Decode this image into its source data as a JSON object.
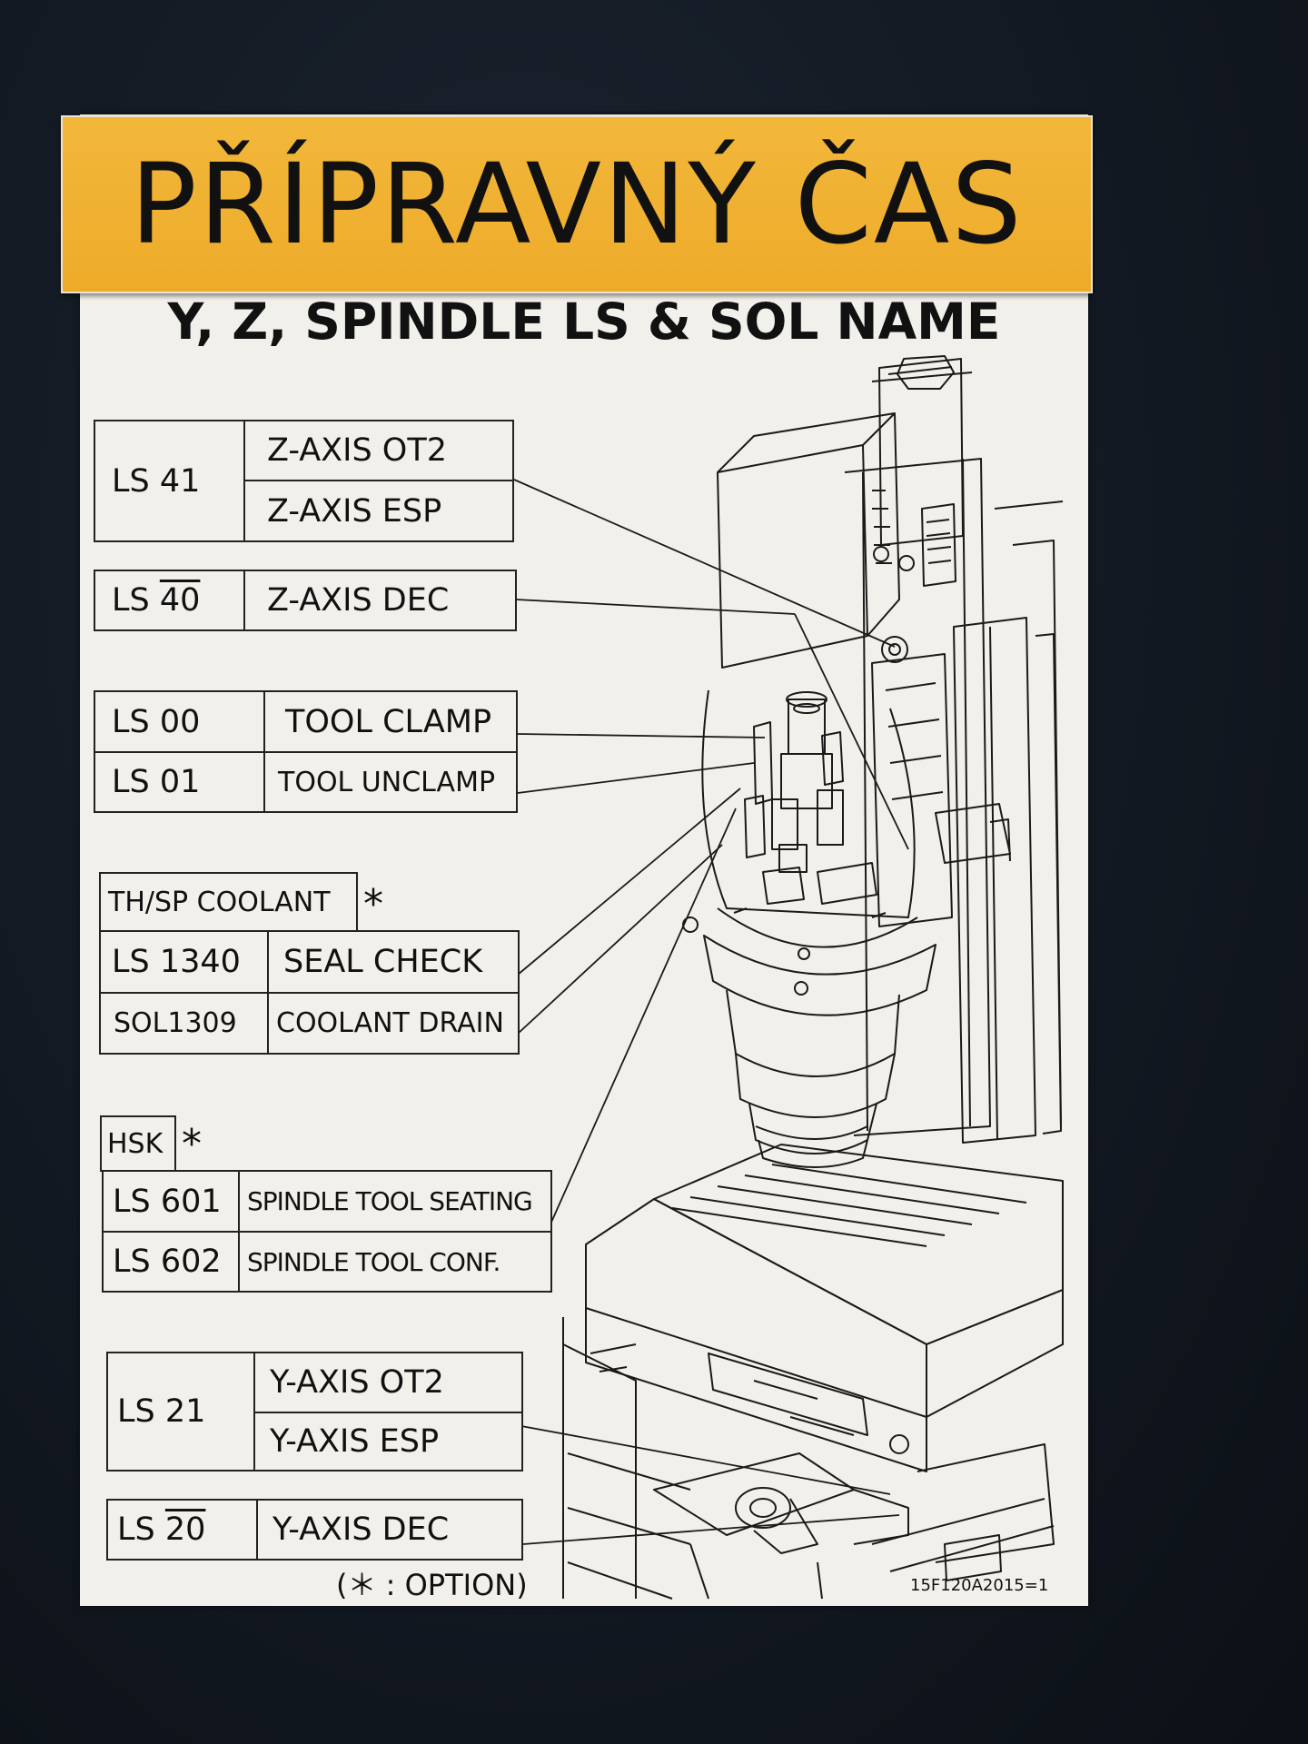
{
  "banner": {
    "title": "PŘÍPRAVNÝ ČAS"
  },
  "header": {
    "subtitle": "Y, Z, SPINDLE  LS & SOL NAME"
  },
  "groups": {
    "ls41": {
      "id": "LS 41",
      "rows": [
        "Z-AXIS OT2",
        "Z-AXIS ESP"
      ]
    },
    "ls40": {
      "id_prefix": "LS ",
      "id_digits": "40",
      "name": "Z-AXIS DEC"
    },
    "tool": {
      "rows": [
        {
          "id": "LS 00",
          "name": "TOOL CLAMP"
        },
        {
          "id": "LS 01",
          "name": "TOOL UNCLAMP"
        }
      ]
    },
    "coolant": {
      "title": "TH/SP COOLANT",
      "mark": "*",
      "rows": [
        {
          "id": "LS 1340",
          "name": "SEAL CHECK"
        },
        {
          "id": "SOL1309",
          "name": "COOLANT DRAIN"
        }
      ]
    },
    "hsk": {
      "title": "HSK",
      "mark": "*",
      "rows": [
        {
          "id": "LS 601",
          "name": "SPINDLE TOOL SEATING"
        },
        {
          "id": "LS 602",
          "name": "SPINDLE TOOL CONF."
        }
      ]
    },
    "ls21": {
      "id": "LS 21",
      "rows": [
        "Y-AXIS OT2",
        "Y-AXIS ESP"
      ]
    },
    "ls20": {
      "id_prefix": "LS ",
      "id_digits": "20",
      "name": "Y-AXIS DEC"
    }
  },
  "footer": {
    "option_note": "(＊ : OPTION)",
    "part_code": "15F120A2015=1"
  }
}
